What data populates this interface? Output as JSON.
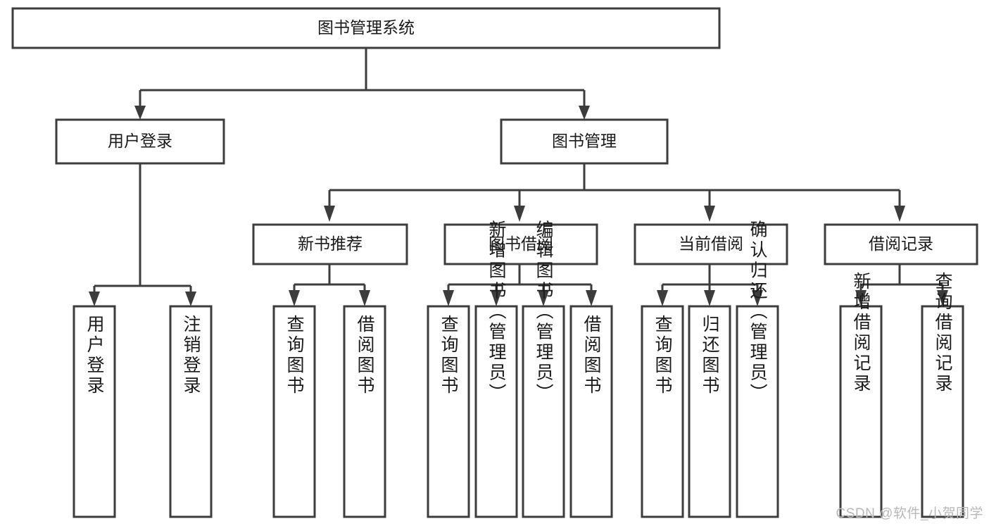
{
  "diagram": {
    "type": "tree-hierarchy",
    "title_node": {
      "label": "图书管理系统"
    },
    "level2": [
      {
        "id": "user-login",
        "label": "用户登录"
      },
      {
        "id": "book-management",
        "label": "图书管理"
      }
    ],
    "level3": [
      {
        "id": "new-book-recommend",
        "label": "新书推荐",
        "parent": "book-management"
      },
      {
        "id": "book-borrow",
        "label": "图书借阅",
        "parent": "book-management"
      },
      {
        "id": "current-borrow",
        "label": "当前借阅",
        "parent": "book-management"
      },
      {
        "id": "borrow-record",
        "label": "借阅记录",
        "parent": "book-management"
      }
    ],
    "leaves": {
      "user-login": [
        {
          "id": "leaf-user-login",
          "label": "用户登录"
        },
        {
          "id": "leaf-logout",
          "label": "注销登录"
        }
      ],
      "new-book-recommend": [
        {
          "id": "leaf-query-book-1",
          "label": "查询图书"
        },
        {
          "id": "leaf-borrow-book-1",
          "label": "借阅图书"
        }
      ],
      "book-borrow": [
        {
          "id": "leaf-query-book-2",
          "label": "查询图书"
        },
        {
          "id": "leaf-add-book",
          "label": "新增图书（管理员）"
        },
        {
          "id": "leaf-edit-book",
          "label": "编辑图书（管理员）"
        },
        {
          "id": "leaf-borrow-book-2",
          "label": "借阅图书"
        }
      ],
      "current-borrow": [
        {
          "id": "leaf-query-book-3",
          "label": "查询图书"
        },
        {
          "id": "leaf-return-book",
          "label": "归还图书"
        },
        {
          "id": "leaf-confirm-return",
          "label": "确认归还（管理员）"
        }
      ],
      "borrow-record": [
        {
          "id": "leaf-add-record",
          "label": "新增借阅记录"
        },
        {
          "id": "leaf-query-record",
          "label": "查询借阅记录"
        }
      ]
    },
    "watermark": "CSDN @软件_小贺同学",
    "colors": {
      "stroke": "#3c3c3c",
      "fill": "#ffffff",
      "text": "#1a1a1a",
      "watermark": "#b9b9b9",
      "background": "#ffffff"
    }
  }
}
